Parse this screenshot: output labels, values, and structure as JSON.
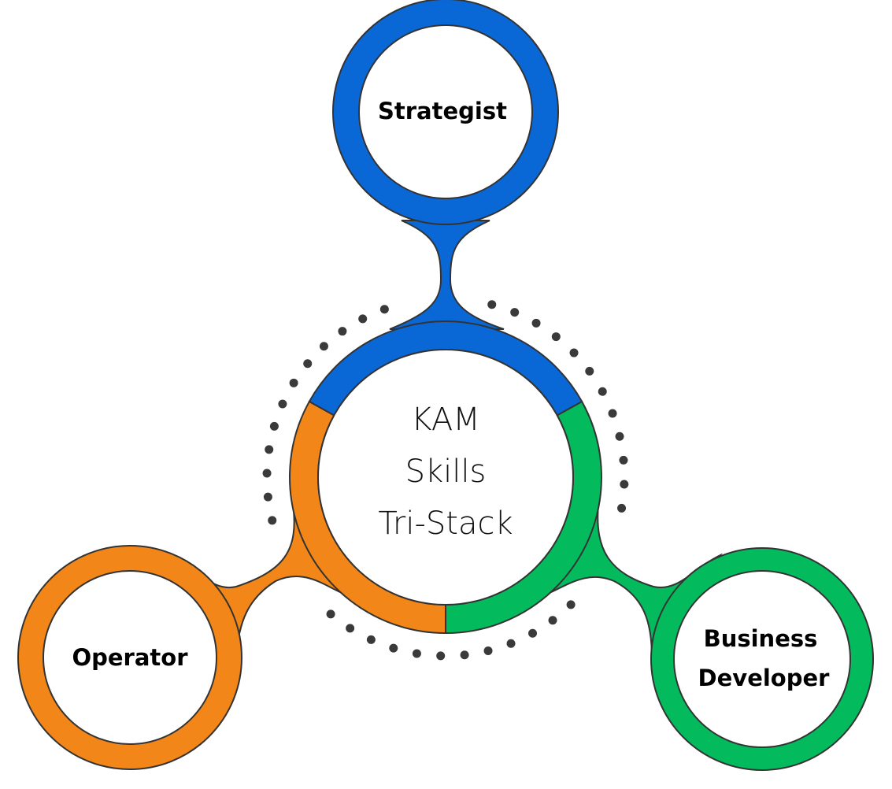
{
  "title": [
    "KAM",
    "Skills",
    "Tri-Stack"
  ],
  "nodes": {
    "strategist": {
      "lines": [
        "Strategist"
      ],
      "color": "#0a68d6"
    },
    "operator": {
      "lines": [
        "Operator"
      ],
      "color": "#f28618"
    },
    "business_developer": {
      "lines": [
        "Business",
        "Developer"
      ],
      "color": "#03bb5d"
    }
  },
  "colors": {
    "outline": "#333333",
    "dots": "#3a3a3a"
  }
}
